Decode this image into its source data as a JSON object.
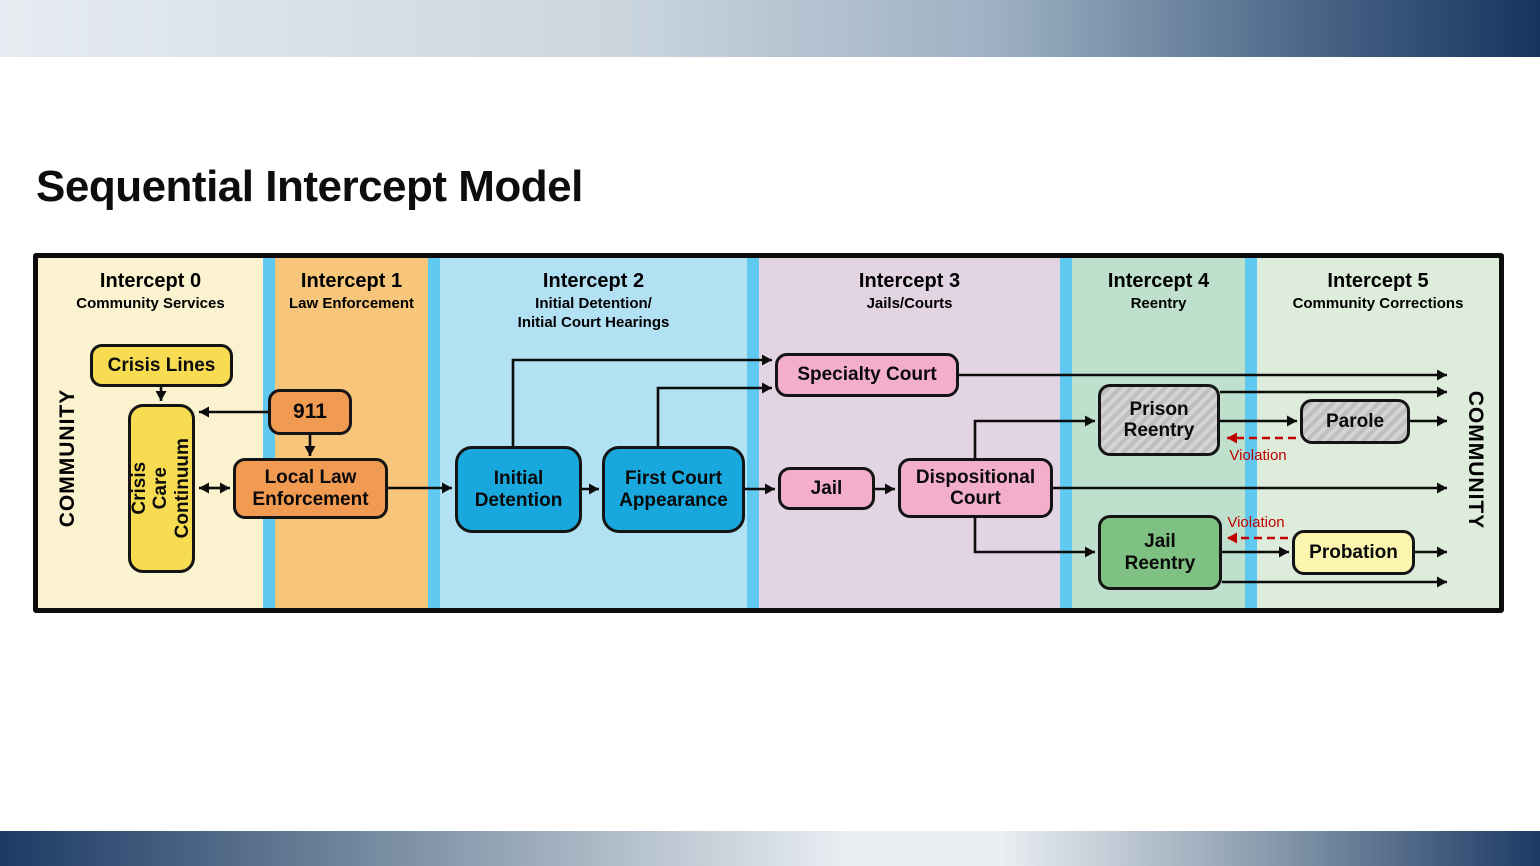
{
  "title": "Sequential Intercept Model",
  "diagram": {
    "community_left": "COMMUNITY",
    "community_right": "COMMUNITY",
    "intercepts": [
      {
        "title": "Intercept 0",
        "subtitle": "Community Services"
      },
      {
        "title": "Intercept 1",
        "subtitle": "Law Enforcement"
      },
      {
        "title": "Intercept 2",
        "subtitle": "Initial Detention/",
        "subtitle2": "Initial Court Hearings"
      },
      {
        "title": "Intercept 3",
        "subtitle": "Jails/Courts"
      },
      {
        "title": "Intercept 4",
        "subtitle": "Reentry"
      },
      {
        "title": "Intercept 5",
        "subtitle": "Community Corrections"
      }
    ],
    "nodes": {
      "crisis_lines": "Crisis Lines",
      "crisis_care_continuum": "Crisis Care Continuum",
      "nine_one_one": "911",
      "local_law_enforcement": "Local Law Enforcement",
      "initial_detention": "Initial Detention",
      "first_court_appearance": "First Court Appearance",
      "specialty_court": "Specialty Court",
      "jail": "Jail",
      "dispositional_court": "Dispositional Court",
      "prison_reentry": "Prison Reentry",
      "parole": "Parole",
      "jail_reentry": "Jail Reentry",
      "probation": "Probation"
    },
    "violation_top": "Violation",
    "violation_bottom": "Violation"
  },
  "colors": {
    "intercept0_bg": "#FBF2CF",
    "intercept1_bg": "#F7C67A",
    "intercept2_bg": "#B3E1F4",
    "intercept3_bg": "#E3D4E4",
    "intercept4_bg": "#C0E0CE",
    "intercept5_bg": "#DEEDDB",
    "divider": "#5FC9F0",
    "node_yellow": "#F7DC52",
    "node_orange": "#F19A52",
    "node_blue": "#18A8DE",
    "node_pink": "#F3AECB",
    "node_green": "#7FC183",
    "node_pale_yellow": "#FBF5AF",
    "node_gray": "#C8C8C8",
    "violation_red": "#C00000",
    "banner_navy": "#17345E"
  }
}
